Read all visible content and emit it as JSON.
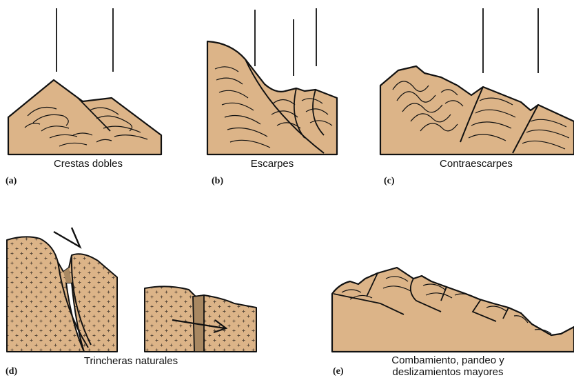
{
  "figure": {
    "panels": [
      {
        "tag": "(a)",
        "caption": "Crestas dobles"
      },
      {
        "tag": "(b)",
        "caption": "Escarpes"
      },
      {
        "tag": "(c)",
        "caption": "Contraescarpes"
      },
      {
        "tag": "(d)",
        "caption": "Trincheras naturales"
      },
      {
        "tag": "(e)",
        "caption_line1": "Combamiento, pandeo y",
        "caption_line2": "deslizamientos mayores"
      }
    ]
  },
  "colors": {
    "rock_fill": "#dcb488",
    "fissure_fill": "#a88862",
    "outline": "#111111",
    "cross_pattern": "#5a4a3a"
  }
}
